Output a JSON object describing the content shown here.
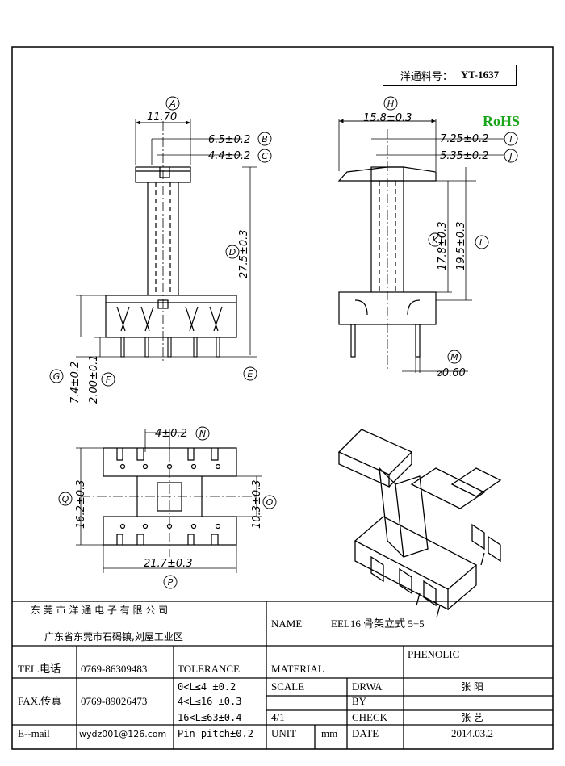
{
  "part_box": {
    "label": "洋通料号：",
    "value": "YT-1637"
  },
  "rohs": "RoHS",
  "front_view": {
    "dims": {
      "A_width": "11.70",
      "B": "6.5±0.2",
      "C": "4.4±0.2",
      "D": "27.5±0.3",
      "G": "7.4±0.2",
      "F": "2.00±0.1"
    },
    "labels": [
      "A",
      "B",
      "C",
      "D",
      "E",
      "F",
      "G"
    ]
  },
  "side_view": {
    "dims": {
      "H": "15.8±0.3",
      "I": "7.25±0.2",
      "J": "5.35±0.2",
      "K": "17.8±0.3",
      "L": "19.5±0.3",
      "M": "⌀0.60"
    },
    "labels": [
      "H",
      "I",
      "J",
      "K",
      "L",
      "M"
    ]
  },
  "bottom_view": {
    "dims": {
      "N": "4±0.2",
      "Q": "16.2±0.3",
      "O": "10.3±0.3",
      "P": "21.7±0.3"
    },
    "labels": [
      "N",
      "O",
      "P",
      "Q"
    ]
  },
  "title_block": {
    "company": "东 莞 市 洋 通 电 子 有 限 公 司",
    "address": "广东省东莞市石碣镇,刘屋工业区",
    "name_label": "NAME",
    "name_value": "EEL16 骨架立式 5+5",
    "tel_label": "TEL.电话",
    "tel_value": "0769-86309483",
    "fax_label": "FAX.传真",
    "fax_value": "0769-89026473",
    "email_label": "E--mail",
    "email_value": "wydz001@126.com",
    "tolerance_label": "TOLERANCE",
    "tol1": "0<L≤4   ±0.2",
    "tol2": "4<L≤16  ±0.3",
    "tol3": "16<L≤63±0.4",
    "tol4": "Pin pitch±0.2",
    "material_label": "MATERIAL",
    "material_value": "PHENOLIC",
    "scale_label": "SCALE",
    "scale_value": "4/1",
    "unit_label": "UNIT",
    "unit_value": "mm",
    "drawn_label_1": "DRWA",
    "drawn_label_2": "BY",
    "drawn_value": "张 阳",
    "check_label": "CHECK",
    "check_value": "张 艺",
    "date_label": "DATE",
    "date_value": "2014.03.2"
  }
}
